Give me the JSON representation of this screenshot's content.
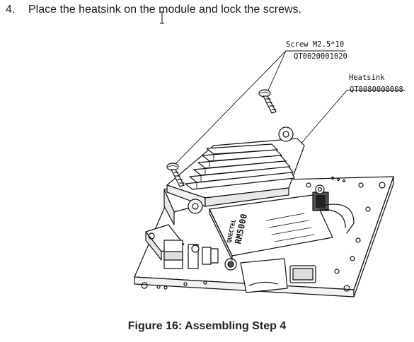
{
  "step": {
    "number": "4.",
    "text": "Place the heatsink on the module and lock the screws."
  },
  "figure": {
    "callouts": [
      {
        "name": "Screw M2.5*10",
        "part_number": "QT0020001020"
      },
      {
        "name": "Heatsink",
        "part_number": "QT0080000008"
      }
    ],
    "module_marking": "RM5000",
    "brand_marking": "QUECTEL"
  },
  "caption": "Figure 16: Assembling Step 4"
}
